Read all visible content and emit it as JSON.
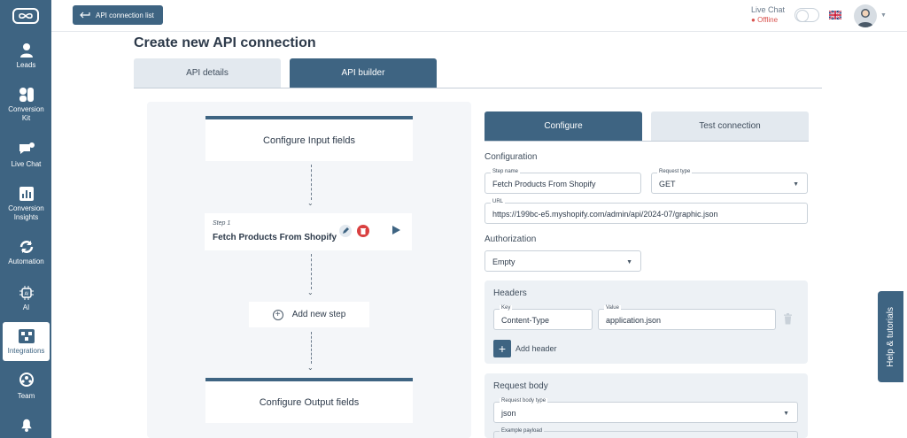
{
  "sidebar": {
    "items": [
      {
        "label": "Leads",
        "icon": "user-icon"
      },
      {
        "label": "Conversion Kit",
        "icon": "conversion-kit-icon"
      },
      {
        "label": "Live Chat",
        "icon": "chat-bubble-icon"
      },
      {
        "label": "Conversion Insights",
        "icon": "bar-chart-icon"
      },
      {
        "label": "Automation",
        "icon": "refresh-icon"
      },
      {
        "label": "AI",
        "icon": "ai-chip-icon"
      },
      {
        "label": "Integrations",
        "icon": "integrations-icon"
      },
      {
        "label": "Team",
        "icon": "team-icon"
      },
      {
        "label": "",
        "icon": "bell-icon"
      }
    ]
  },
  "topbar": {
    "back_label": "API connection list",
    "live_chat_label": "Live Chat",
    "live_chat_status": "Offline",
    "language_flag": "uk-flag-icon"
  },
  "page": {
    "title": "Create new API connection",
    "tabs": [
      {
        "label": "API details",
        "active": false
      },
      {
        "label": "API builder",
        "active": true
      }
    ]
  },
  "flow": {
    "input_card": "Configure Input fields",
    "step": {
      "number_label": "Step 1",
      "name": "Fetch Products From Shopify"
    },
    "add_step": "Add new step",
    "output_card": "Configure Output fields"
  },
  "config": {
    "tabs": [
      {
        "label": "Configure",
        "active": true
      },
      {
        "label": "Test connection",
        "active": false
      }
    ],
    "configuration_title": "Configuration",
    "step_name": {
      "label": "Step name",
      "value": "Fetch Products From Shopify"
    },
    "request_type": {
      "label": "Request type",
      "value": "GET"
    },
    "url": {
      "label": "URL",
      "value": "https://199bc-e5.myshopify.com/admin/api/2024-07/graphic.json"
    },
    "authorization_title": "Authorization",
    "authorization_value": "Empty",
    "headers": {
      "title": "Headers",
      "key_label": "Key",
      "key_value": "Content-Type",
      "value_label": "Value",
      "value_value": "application.json",
      "add_label": "Add header"
    },
    "request_body": {
      "title": "Request body",
      "type_label": "Request body type",
      "type_value": "json",
      "example_label": "Example payload"
    }
  },
  "help": {
    "label": "Help & tutorials"
  },
  "colors": {
    "primary": "#3e6482",
    "offline": "#d9534f",
    "delete": "#d94040"
  }
}
